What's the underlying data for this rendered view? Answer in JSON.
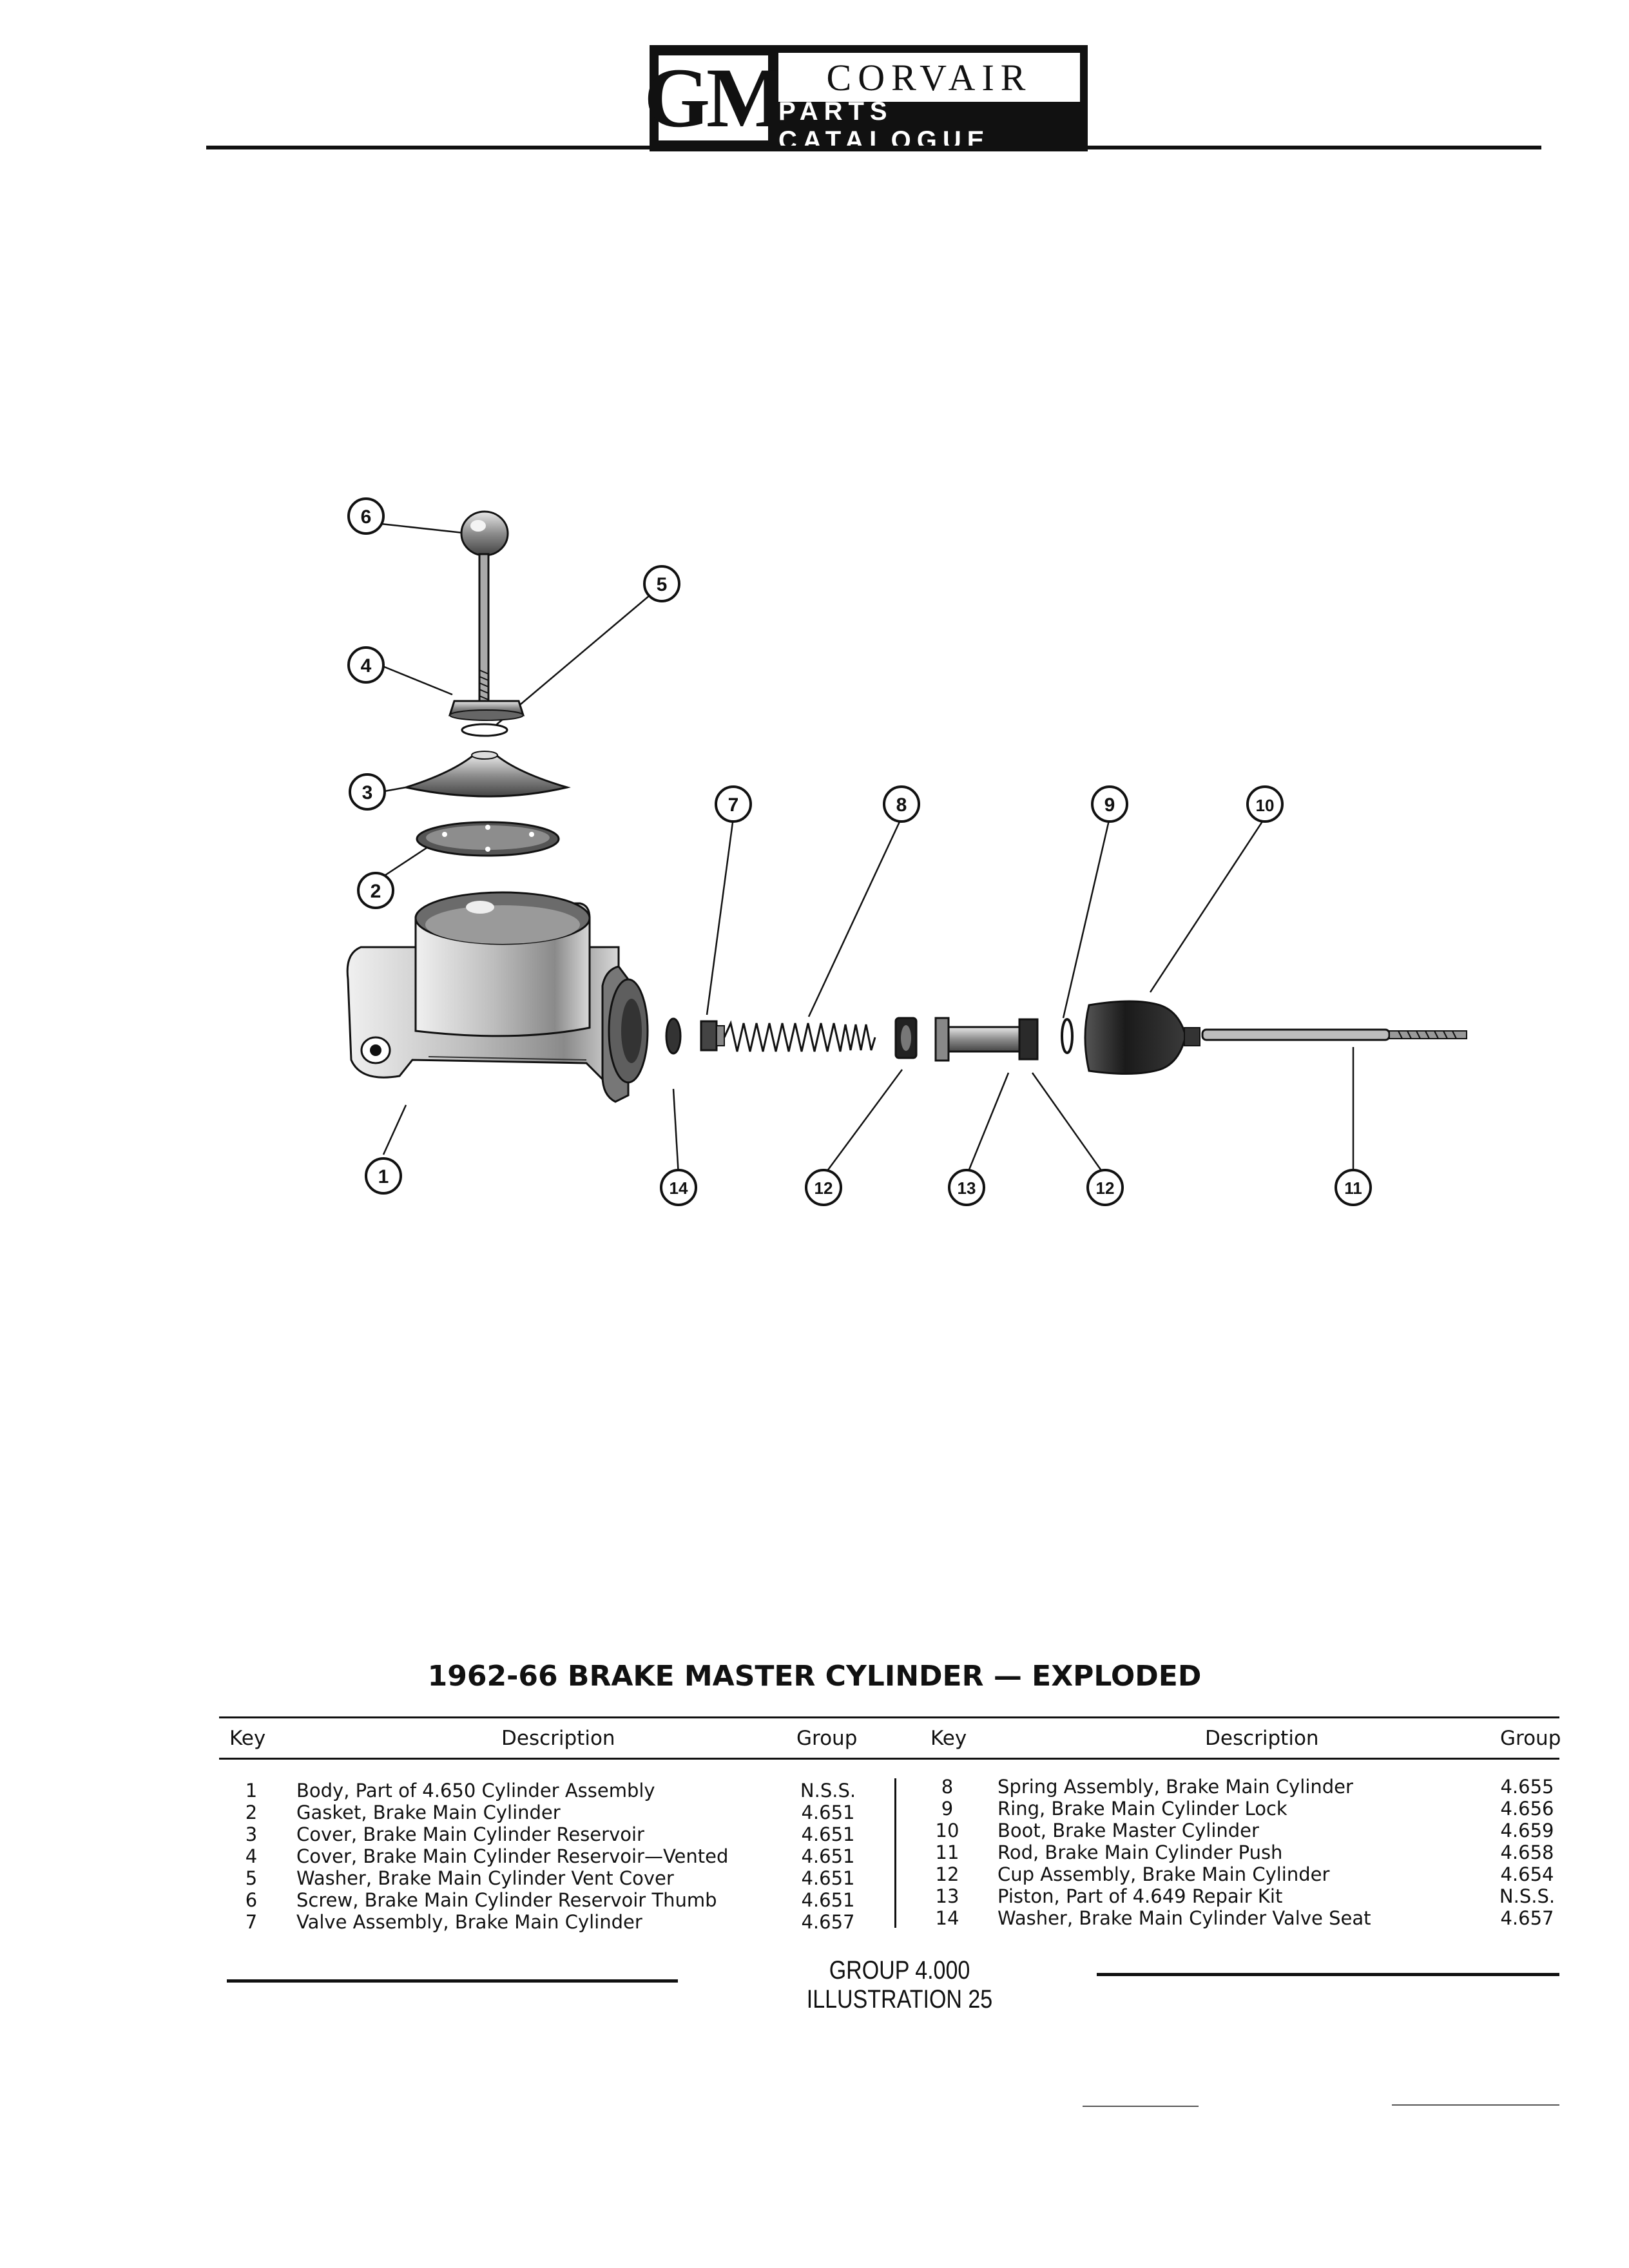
{
  "header": {
    "logo_text": "GM",
    "brand": "CORVAIR",
    "catalogue": "PARTS CATALOGUE"
  },
  "diagram": {
    "callouts": [
      "1",
      "2",
      "3",
      "4",
      "5",
      "6",
      "7",
      "8",
      "9",
      "10",
      "11",
      "12",
      "12",
      "13",
      "14"
    ]
  },
  "title": "1962-66 BRAKE MASTER CYLINDER — EXPLODED",
  "table": {
    "headers": {
      "key": "Key",
      "description": "Description",
      "group": "Group"
    },
    "left": [
      {
        "key": "1",
        "description": "Body, Part of 4.650 Cylinder Assembly",
        "group": "N.S.S."
      },
      {
        "key": "2",
        "description": "Gasket, Brake Main Cylinder",
        "group": "4.651"
      },
      {
        "key": "3",
        "description": "Cover, Brake Main Cylinder Reservoir",
        "group": "4.651"
      },
      {
        "key": "4",
        "description": "Cover, Brake Main Cylinder Reservoir—Vented",
        "group": "4.651"
      },
      {
        "key": "5",
        "description": "Washer, Brake Main Cylinder Vent Cover",
        "group": "4.651"
      },
      {
        "key": "6",
        "description": "Screw, Brake Main Cylinder Reservoir Thumb",
        "group": "4.651"
      },
      {
        "key": "7",
        "description": "Valve Assembly, Brake Main Cylinder",
        "group": "4.657"
      }
    ],
    "right": [
      {
        "key": "8",
        "description": "Spring Assembly, Brake Main Cylinder",
        "group": "4.655"
      },
      {
        "key": "9",
        "description": "Ring, Brake Main Cylinder Lock",
        "group": "4.656"
      },
      {
        "key": "10",
        "description": "Boot, Brake Master Cylinder",
        "group": "4.659"
      },
      {
        "key": "11",
        "description": "Rod, Brake Main Cylinder Push",
        "group": "4.658"
      },
      {
        "key": "12",
        "description": "Cup Assembly, Brake Main Cylinder",
        "group": "4.654"
      },
      {
        "key": "13",
        "description": "Piston, Part of 4.649 Repair Kit",
        "group": "N.S.S."
      },
      {
        "key": "14",
        "description": "Washer, Brake Main Cylinder Valve Seat",
        "group": "4.657"
      }
    ]
  },
  "footer": {
    "text": "GROUP 4.000 ILLUSTRATION 25"
  }
}
